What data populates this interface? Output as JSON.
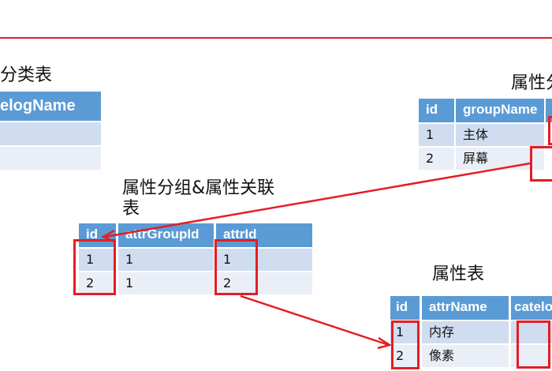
{
  "colors": {
    "header": "#5b9bd5",
    "row_odd": "#d0dcef",
    "row_even": "#e9eef7",
    "highlight": "#e31e24"
  },
  "category_table": {
    "title": "分类表",
    "header": "elogName"
  },
  "group_table": {
    "title": "属性分",
    "headers": [
      "id",
      "groupName"
    ],
    "rows": [
      [
        "1",
        "主体"
      ],
      [
        "2",
        "屏幕"
      ]
    ]
  },
  "relation_table": {
    "title_line1": "属性分组&属性关联",
    "title_line2": "表",
    "headers": [
      "id",
      "attrGroupId",
      "attrId"
    ],
    "rows": [
      [
        "1",
        "1",
        "1"
      ],
      [
        "2",
        "1",
        "2"
      ]
    ]
  },
  "attr_table": {
    "title": "属性表",
    "headers": [
      "id",
      "attrName",
      "catelo"
    ],
    "rows": [
      [
        "1",
        "内存"
      ],
      [
        "2",
        "像素"
      ]
    ]
  }
}
